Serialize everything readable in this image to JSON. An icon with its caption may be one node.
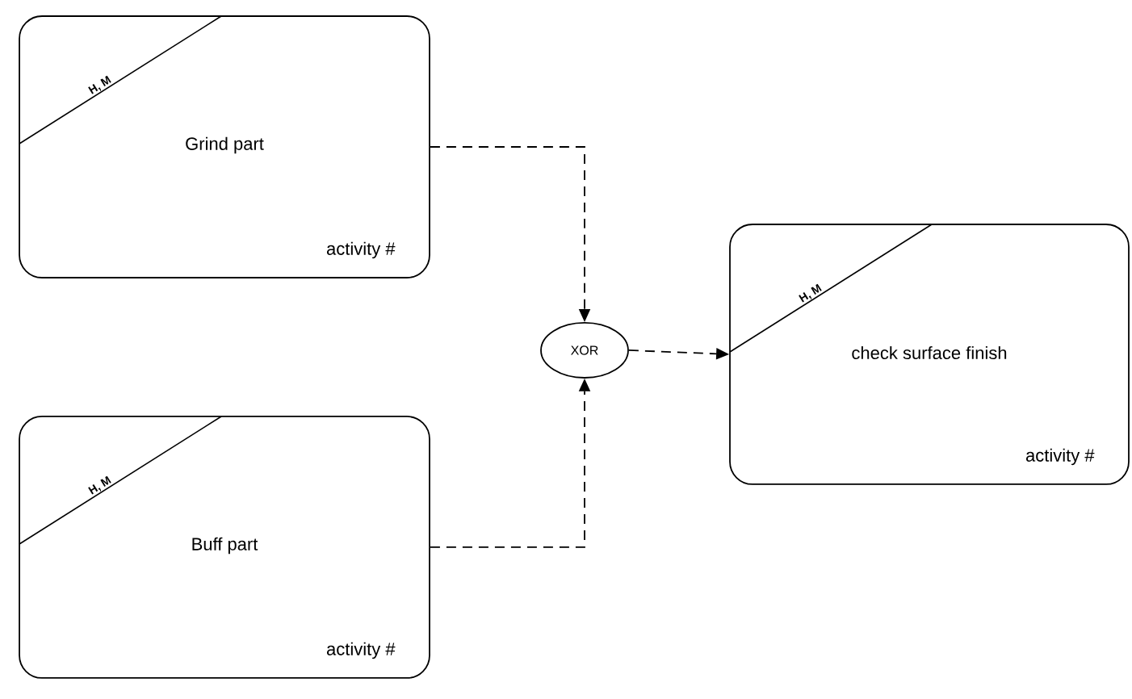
{
  "diagram": {
    "nodes": [
      {
        "text": [
          "H, M",
          "Grind part",
          "activity #"
        ]
      },
      {
        "text": [
          "H, M",
          "Buff part",
          "activity #"
        ]
      },
      {
        "text": [
          "XOR"
        ]
      },
      {
        "text": [
          "H, M",
          "check surface finish",
          "activity #"
        ]
      }
    ],
    "edges": [
      {
        "from": 0,
        "to": 2,
        "arrow": "to",
        "style": "dashed"
      },
      {
        "from": 1,
        "to": 2,
        "arrow": "to",
        "style": "dashed"
      },
      {
        "from": 2,
        "to": 3,
        "arrow": "to",
        "style": "dashed"
      }
    ]
  }
}
